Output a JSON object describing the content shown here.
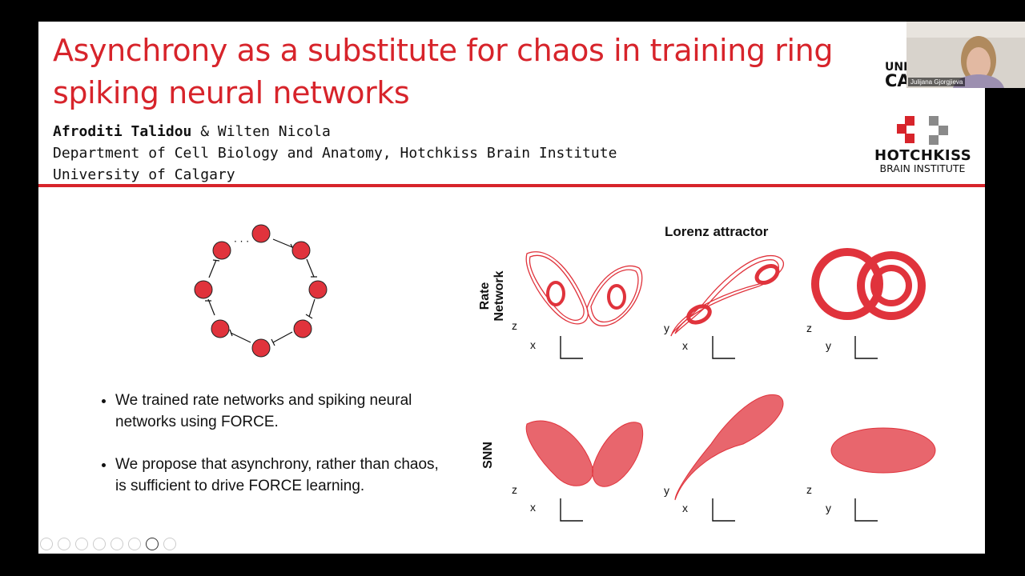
{
  "slide": {
    "title": "Asynchrony as a substitute for chaos in training ring spiking neural networks",
    "author1": "Afroditi Talidou",
    "author_sep": " & ",
    "author2": "Wilten Nicola",
    "affiliation1": "Department of Cell Biology and Anatomy, Hotchkiss Brain Institute",
    "affiliation2": "University of Calgary",
    "bullets": [
      "We trained rate networks and spiking neural networks using FORCE.",
      "We propose that asynchrony, rather than chaos, is sufficient to drive FORCE learning."
    ],
    "lorenz_title": "Lorenz attractor",
    "row_labels": [
      "Rate Network",
      "SNN"
    ],
    "ring_dots": "· · ·",
    "axes": [
      {
        "v": "z",
        "h": "x"
      },
      {
        "v": "y",
        "h": "x"
      },
      {
        "v": "z",
        "h": "y"
      }
    ]
  },
  "logo": {
    "line1": "HOTCHKISS",
    "line2": "BRAIN INSTITUTE",
    "ucal_line1": "UNIV",
    "ucal_line2": "CA"
  },
  "webcam": {
    "participant_name": "Julijana Gjorgjieva"
  },
  "colors": {
    "accent": "#d7242b",
    "node": "#e0333c"
  },
  "toolbar": {
    "icons": [
      "back-icon",
      "forward-icon",
      "pen-icon",
      "slides-icon",
      "zoom-icon",
      "subtitles-icon",
      "camera-icon",
      "more-icon"
    ]
  }
}
